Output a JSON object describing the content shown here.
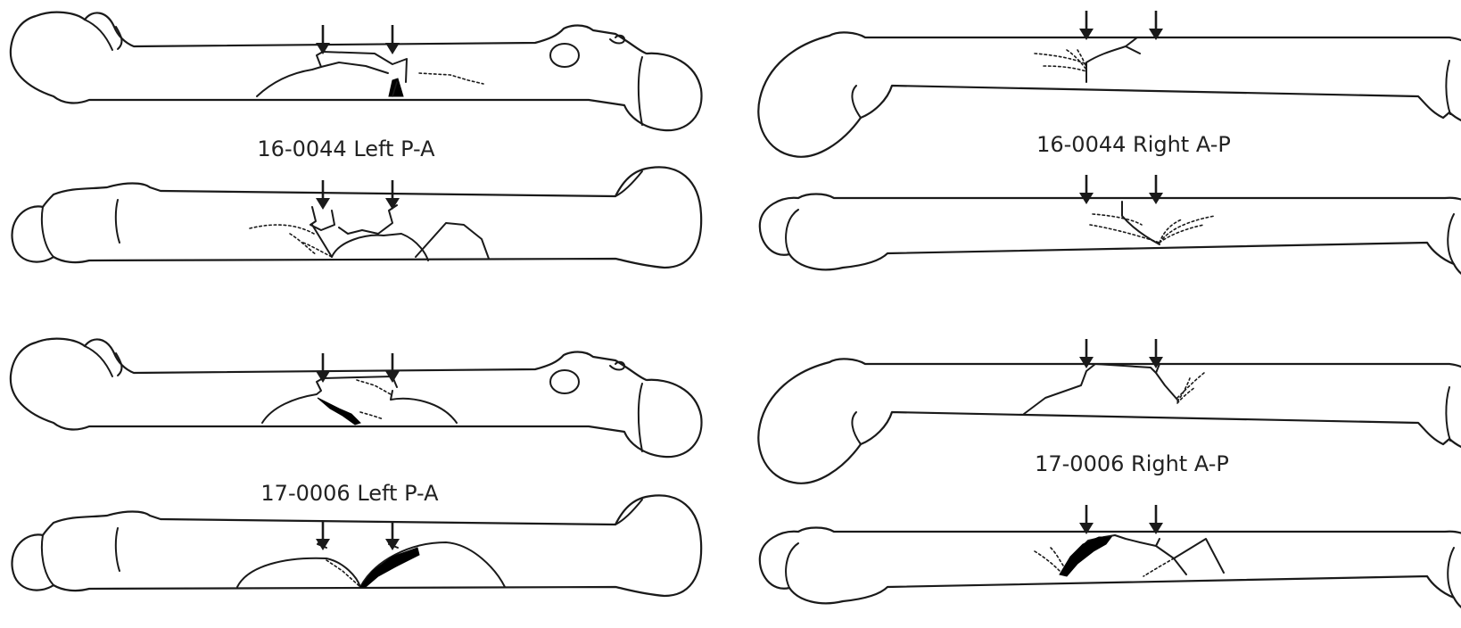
{
  "labels": {
    "left_1": "16-0044 Left P-A",
    "right_1": "16-0044 Right A-P",
    "left_2": "17-0006 Left P-A",
    "right_2": "17-0006 Right A-P"
  },
  "colors": {
    "stroke": "#1a1a1a",
    "background": "#ffffff",
    "fracture_fill": "#000000"
  }
}
